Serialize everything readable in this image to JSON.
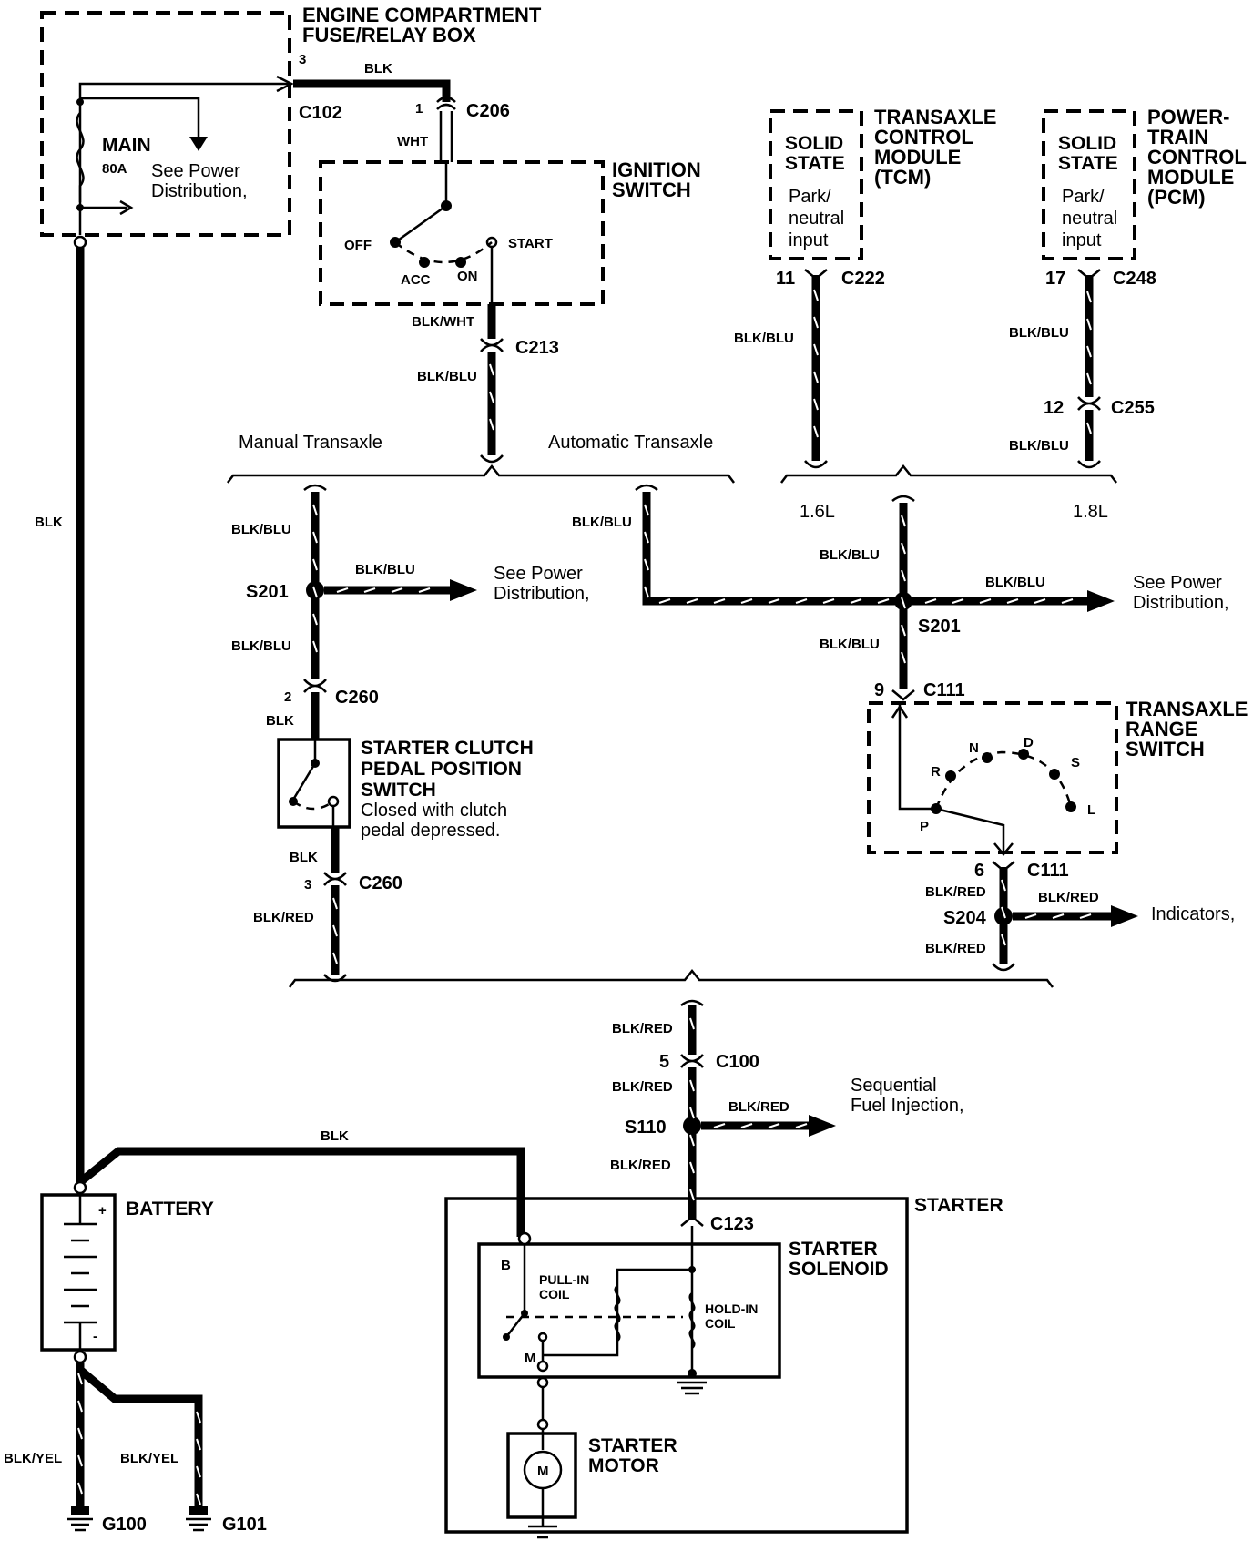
{
  "components": {
    "fuse_box": [
      "ENGINE COMPARTMENT",
      "FUSE/RELAY BOX"
    ],
    "main_fuse": "MAIN",
    "main_fuse_rating": "80A",
    "see_power_dist_1": [
      "See Power",
      "Distribution,"
    ],
    "ignition_switch": [
      "IGNITION",
      "SWITCH"
    ],
    "ign_positions": {
      "off": "OFF",
      "acc": "ACC",
      "on": "ON",
      "start": "START"
    },
    "tcm": [
      "TRANSAXLE",
      "CONTROL",
      "MODULE",
      "(TCM)"
    ],
    "pcm": [
      "POWER-",
      "TRAIN",
      "CONTROL",
      "MODULE",
      "(PCM)"
    ],
    "solid_state": [
      "SOLID",
      "STATE"
    ],
    "park_neutral_input": [
      "Park/",
      "neutral",
      "input"
    ],
    "manual_transaxle": "Manual Transaxle",
    "automatic_transaxle": "Automatic Transaxle",
    "engine_16": "1.6L",
    "engine_18": "1.8L",
    "see_power_dist_2": [
      "See Power",
      "Distribution,"
    ],
    "see_power_dist_3": [
      "See Power",
      "Distribution,"
    ],
    "clutch_switch": [
      "STARTER CLUTCH",
      "PEDAL POSITION",
      "SWITCH"
    ],
    "clutch_note": [
      "Closed with clutch",
      "pedal depressed."
    ],
    "range_switch": [
      "TRANSAXLE",
      "RANGE",
      "SWITCH"
    ],
    "range_positions": {
      "p": "P",
      "r": "R",
      "n": "N",
      "d": "D",
      "s": "S",
      "l": "L"
    },
    "indicators": "Indicators,",
    "sfi": [
      "Sequential",
      "Fuel Injection,"
    ],
    "battery": "BATTERY",
    "starter": "STARTER",
    "starter_solenoid": [
      "STARTER",
      "SOLENOID"
    ],
    "pull_in_coil": [
      "PULL-IN",
      "COIL"
    ],
    "hold_in_coil": [
      "HOLD-IN",
      "COIL"
    ],
    "term_b": "B",
    "term_m": "M",
    "starter_motor": [
      "STARTER",
      "MOTOR"
    ],
    "motor_symbol": "M",
    "battery_plus": "+",
    "battery_minus": "-"
  },
  "connectors": {
    "c102": "C102",
    "c102_pin": "3",
    "c206": "C206",
    "c206_pin": "1",
    "c213": "C213",
    "c222": "C222",
    "c222_pin": "11",
    "c248": "C248",
    "c248_pin": "17",
    "c255": "C255",
    "c255_pin": "12",
    "c260_top": "C260",
    "c260_top_pin": "2",
    "c260_bot": "C260",
    "c260_bot_pin": "3",
    "c111_top": "C111",
    "c111_top_pin": "9",
    "c111_bot": "C111",
    "c111_bot_pin": "6",
    "c100": "C100",
    "c100_pin": "5",
    "c123": "C123"
  },
  "splices": {
    "s201_left": "S201",
    "s201_right": "S201",
    "s204": "S204",
    "s110": "S110"
  },
  "grounds": {
    "g100": "G100",
    "g101": "G101"
  },
  "wires": {
    "blk_top": "BLK",
    "wht": "WHT",
    "blk_wht": "BLK/WHT",
    "blk_blu_c213": "BLK/BLU",
    "blk_batt": "BLK",
    "blk_blu_tcm": "BLK/BLU",
    "blk_blu_pcm1": "BLK/BLU",
    "blk_blu_pcm2": "BLK/BLU",
    "blk_blu_man1": "BLK/BLU",
    "blk_blu_s201": "BLK/BLU",
    "blk_blu_man2": "BLK/BLU",
    "blk_blu_auto": "BLK/BLU",
    "blk_blu_r1": "BLK/BLU",
    "blk_blu_r2": "BLK/BLU",
    "blk_blu_r3": "BLK/BLU",
    "blk_clutch_top": "BLK",
    "blk_clutch_bot": "BLK",
    "blk_red_man": "BLK/RED",
    "blk_red_r1": "BLK/RED",
    "blk_red_r2": "BLK/RED",
    "blk_red_r3": "BLK/RED",
    "blk_red_c1": "BLK/RED",
    "blk_red_c2": "BLK/RED",
    "blk_red_c3": "BLK/RED",
    "blk_red_c4": "BLK/RED",
    "blk_starter": "BLK",
    "blk_yel_1": "BLK/YEL",
    "blk_yel_2": "BLK/YEL"
  }
}
